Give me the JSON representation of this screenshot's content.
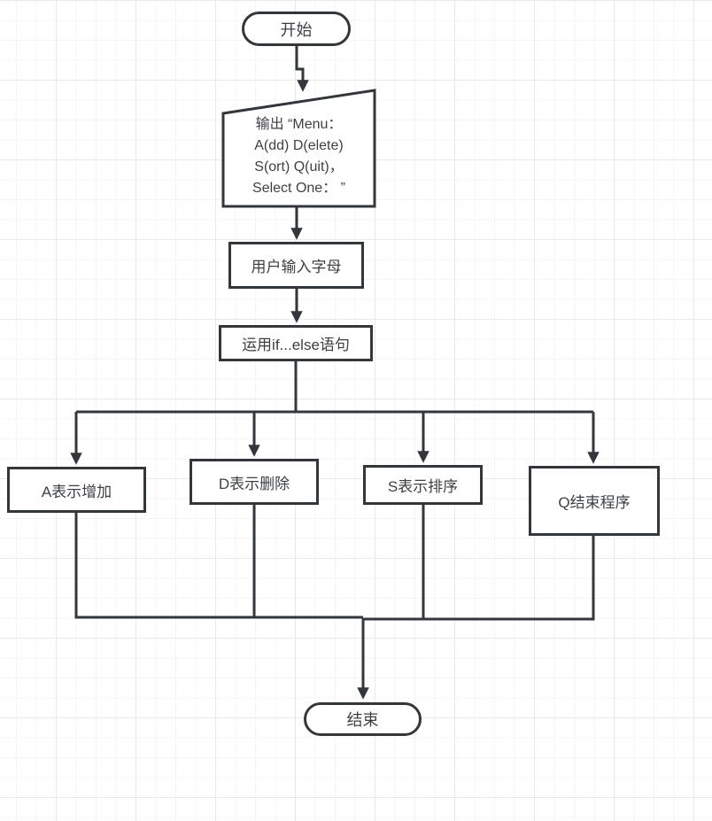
{
  "app": {
    "type": "flowchart",
    "background": "grid-paper"
  },
  "colors": {
    "stroke": "#33373b",
    "shape_fill": "#ffffff",
    "text": "#3d4145",
    "grid_minor": "#f4f4f6",
    "grid_major": "#e9e9eb",
    "canvas_bg": "#ffffff"
  },
  "nodes": {
    "start": {
      "shape": "terminator",
      "label": "开始"
    },
    "menu_output": {
      "shape": "display-output",
      "lines": [
        "输出 “Menu：",
        "A(dd) D(elete)",
        "S(ort) Q(uit)，",
        "Select One： ”"
      ]
    },
    "user_input": {
      "shape": "process",
      "label": "用户输入字母"
    },
    "if_else": {
      "shape": "process",
      "label": "运用if...else语句"
    },
    "branch_a": {
      "shape": "process",
      "label": "A表示增加"
    },
    "branch_d": {
      "shape": "process",
      "label": "D表示删除"
    },
    "branch_s": {
      "shape": "process",
      "label": "S表示排序"
    },
    "branch_q": {
      "shape": "process",
      "label": "Q结束程序"
    },
    "end": {
      "shape": "terminator",
      "label": "结束"
    }
  },
  "edges": [
    {
      "from": "start",
      "to": "menu_output"
    },
    {
      "from": "menu_output",
      "to": "user_input"
    },
    {
      "from": "user_input",
      "to": "if_else"
    },
    {
      "from": "if_else",
      "to": "branch_a"
    },
    {
      "from": "if_else",
      "to": "branch_d"
    },
    {
      "from": "if_else",
      "to": "branch_s"
    },
    {
      "from": "if_else",
      "to": "branch_q"
    },
    {
      "from": "branch_a",
      "to": "end"
    },
    {
      "from": "branch_d",
      "to": "end"
    },
    {
      "from": "branch_s",
      "to": "end"
    },
    {
      "from": "branch_q",
      "to": "end"
    }
  ]
}
